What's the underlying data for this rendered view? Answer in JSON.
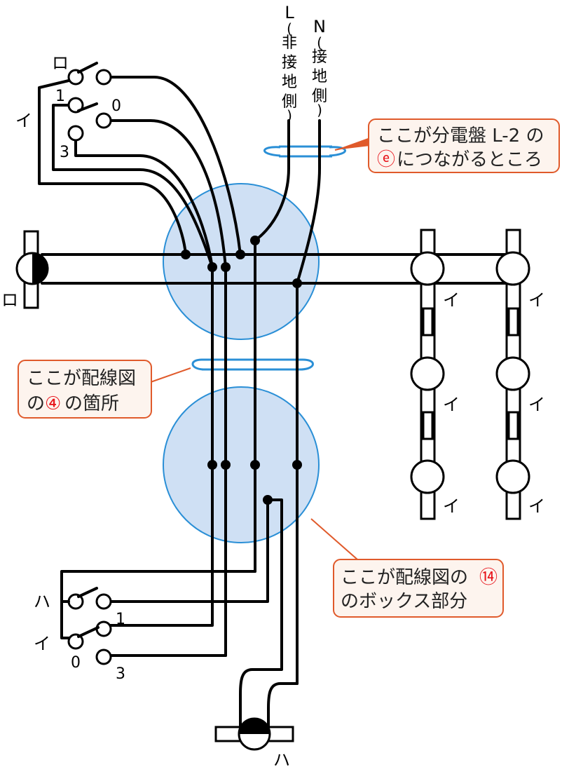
{
  "service_lines": {
    "line_L": {
      "letter": "L",
      "desc": [
        "非",
        "接",
        "地",
        "側"
      ]
    },
    "line_N": {
      "letter": "N",
      "desc": [
        "接",
        "地",
        "側"
      ]
    }
  },
  "switch_labels": {
    "ro_top": "ロ",
    "i_left": "イ",
    "term_1_top": "1",
    "term_0_top": "0",
    "term_3_top": "3",
    "ha_bottom": "ハ",
    "i_bottom": "イ",
    "term_1_bottom": "1",
    "term_0_bottom": "0",
    "term_3_bottom": "3"
  },
  "fixture_labels": {
    "ro_left": "ロ",
    "i": "イ",
    "ha_bottom": "ハ"
  },
  "callouts": {
    "panel": {
      "line1": "ここが分電盤 L-2 の",
      "mark": "ⓔ",
      "line2_rest": "につながるところ"
    },
    "wiring4": {
      "line1": "ここが配線図",
      "prefix": "の",
      "mark": "④",
      "suffix": "の箇所"
    },
    "box14": {
      "line1_pre": "ここが配線図の",
      "mark": "⑭",
      "line2": "のボックス部分"
    }
  },
  "colors": {
    "junction_fill": "#cfe0f4",
    "junction_stroke": "#2a8fd6",
    "callout_border": "#e05a2b",
    "callout_fill": "#fdf4ee",
    "callout_mark": "#e8141b",
    "wire": "#000000"
  }
}
